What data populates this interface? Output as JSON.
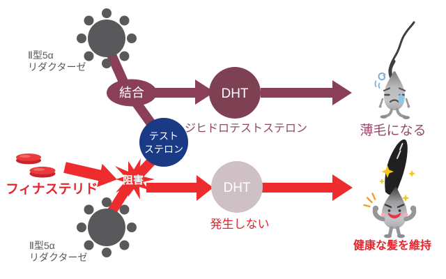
{
  "diagram": {
    "colors": {
      "maroon": "#8a3f56",
      "maroon_dark": "#7e4053",
      "red": "#ee2c2e",
      "text_red": "#e7242c",
      "navy": "#1a3a86",
      "pink": "#cfc0c6",
      "enzyme_gray": "#59595b",
      "enzyme_text": "#57575a",
      "caption_maroon": "#8c4663",
      "caption_rose": "#98486b",
      "white": "#ffffff"
    },
    "top_path": {
      "enzyme_label_line1": "Ⅱ型5α",
      "enzyme_label_line2": "リダクターゼ",
      "binding_label": "結合",
      "dht_label": "DHT",
      "dht_caption": "ジヒドロテストステロン",
      "result_caption": "薄毛になる"
    },
    "middle": {
      "testosterone_line1": "テスト",
      "testosterone_line2": "ステロン"
    },
    "bottom_path": {
      "drug_label": "フィナステリド",
      "inhibit_label": "阻害",
      "dht_label": "DHT",
      "dht_caption": "発生しない",
      "enzyme_label_line1": "Ⅱ型5α",
      "enzyme_label_line2": "リダクターゼ",
      "result_caption": "健康な髪を維持"
    }
  }
}
